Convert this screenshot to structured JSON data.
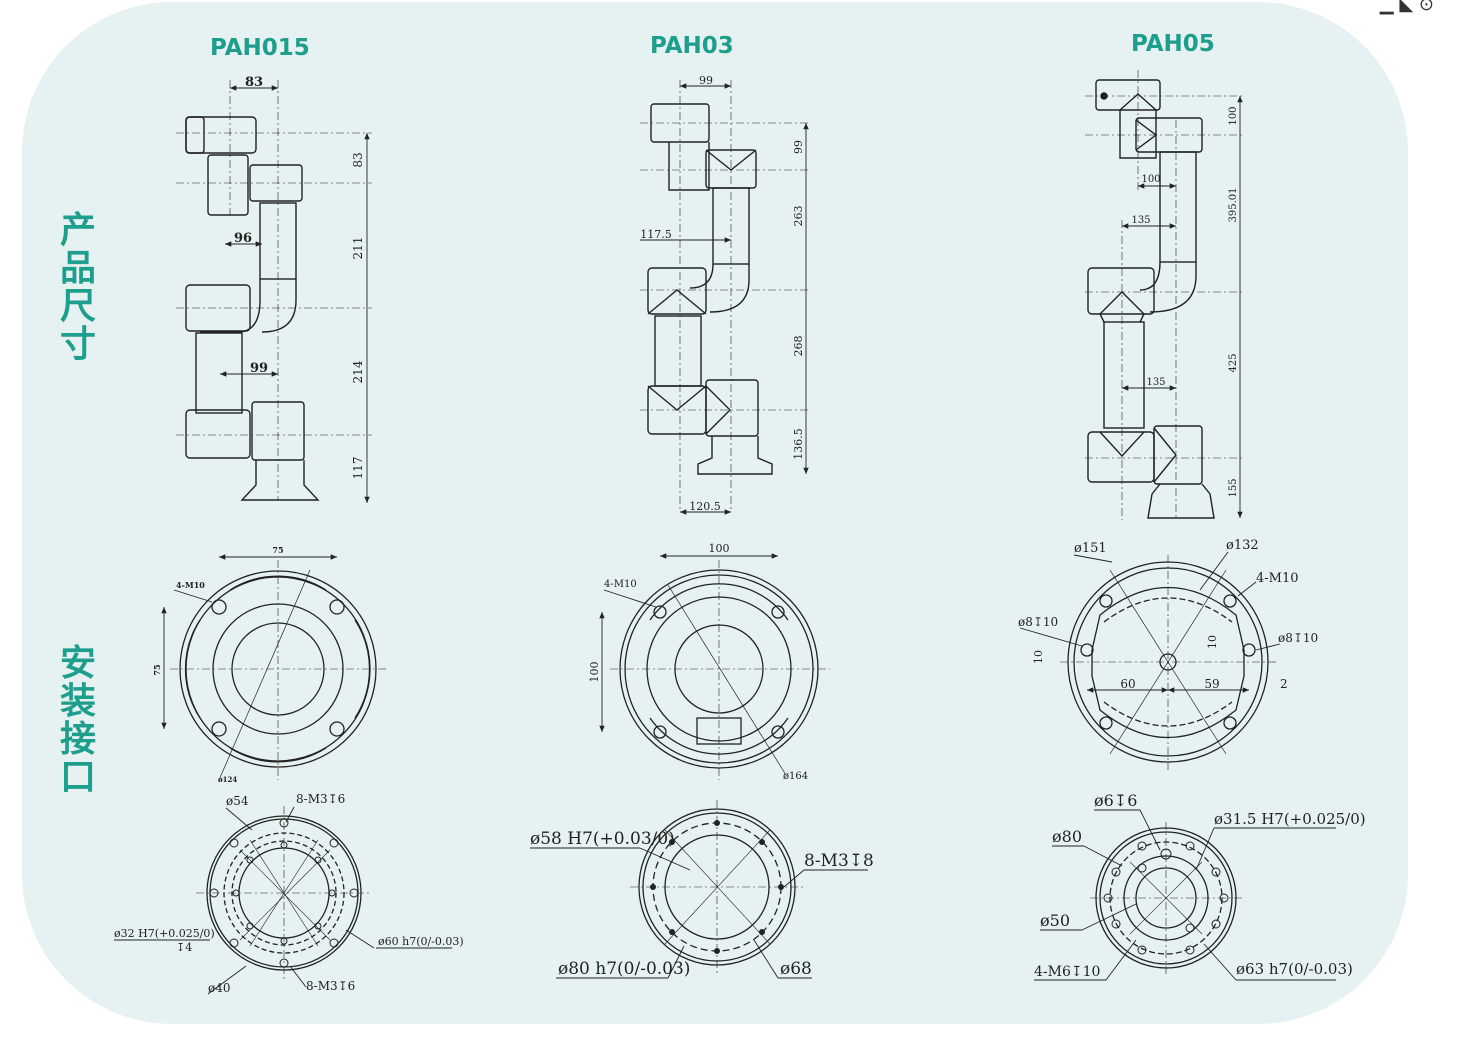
{
  "side_labels": {
    "dimensions": "产品尺寸",
    "mounting": "安装接口"
  },
  "models": [
    "PAH015",
    "PAH03",
    "PAH05"
  ],
  "colors": {
    "accent": "#1e9e8c",
    "panel": "#e6f2f1",
    "line": "#222222"
  },
  "pah015": {
    "side_dims": {
      "a": "83",
      "b": "83",
      "c": "211",
      "d": "96",
      "e": "214",
      "f": "99",
      "g": "117"
    },
    "base": {
      "w": "75",
      "h": "75",
      "thread": "4-M10",
      "dia": "ø124"
    },
    "flange": {
      "d54": "ø54",
      "m3a": "8-M3↧6",
      "h7": "ø32 H7(+0.025/0)",
      "depth": "↧4",
      "h7b": "ø60 h7(0/-0.03)",
      "d40": "ø40",
      "m3b": "8-M3↧6"
    }
  },
  "pah03": {
    "side_dims": {
      "a": "99",
      "b": "99",
      "c": "263",
      "d": "117.5",
      "e": "268",
      "f": "136.5",
      "g": "120.5"
    },
    "base": {
      "w": "100",
      "h": "100",
      "thread": "4-M10",
      "dia": "ø164"
    },
    "flange": {
      "h7": "ø58 H7(+0.03/0)",
      "m3": "8-M3↧8",
      "h7b": "ø80 h7(0/-0.03)",
      "d68": "ø68"
    }
  },
  "pah05": {
    "side_dims": {
      "a": "100",
      "b": "100",
      "c": "395.01",
      "d": "135",
      "e": "425",
      "f": "135",
      "g": "155"
    },
    "base": {
      "d151": "ø151",
      "d132": "ø132",
      "thread": "4-M10",
      "pin1": "ø8↧10",
      "pin2": "ø8↧10",
      "ten1": "10",
      "ten2": "10",
      "x60": "60",
      "x59": "59",
      "x2": "2"
    },
    "flange": {
      "d6": "ø6↧6",
      "h7": "ø31.5 H7(+0.025/0)",
      "d80": "ø80",
      "d50": "ø50",
      "m6": "4-M6↧10",
      "h7b": "ø63 h7(0/-0.03)"
    }
  }
}
